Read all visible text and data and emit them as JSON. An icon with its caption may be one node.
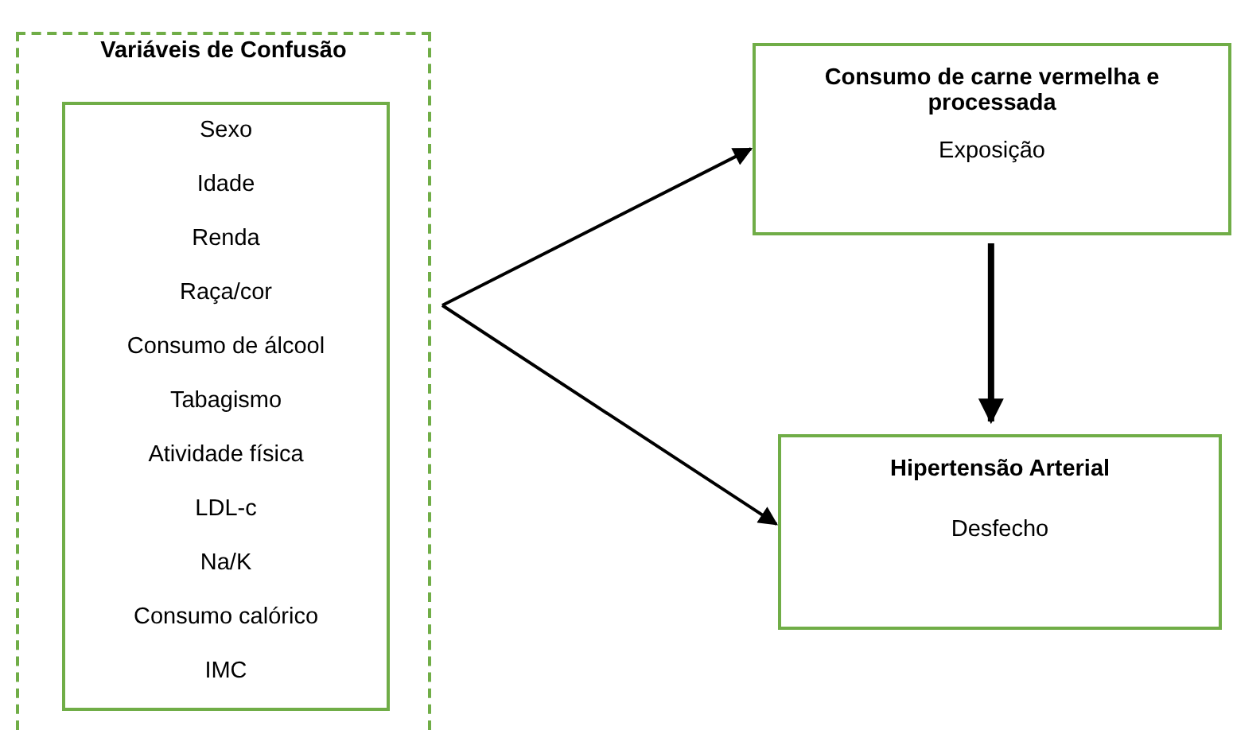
{
  "diagram": {
    "nodes": [
      {
        "text": [
          "Variáveis de Confusão"
        ]
      },
      {
        "text": [
          "Sexo",
          "Idade",
          "Renda",
          "Raça/cor",
          "Consumo de álcool",
          "Tabagismo",
          "Atividade física",
          "LDL-c",
          "Na/K",
          "Consumo calórico",
          "IMC"
        ],
        "in": 0
      },
      {
        "text": [
          "Consumo de carne vermelha e processada",
          "Exposição"
        ]
      },
      {
        "text": [
          "Hipertensão Arterial",
          "Desfecho"
        ]
      }
    ],
    "edges": [
      {
        "from": 0,
        "to": 2,
        "arrow": "to"
      },
      {
        "from": 0,
        "to": 3,
        "arrow": "to"
      },
      {
        "from": 2,
        "to": 3,
        "arrow": "to",
        "style": "thick"
      }
    ]
  }
}
